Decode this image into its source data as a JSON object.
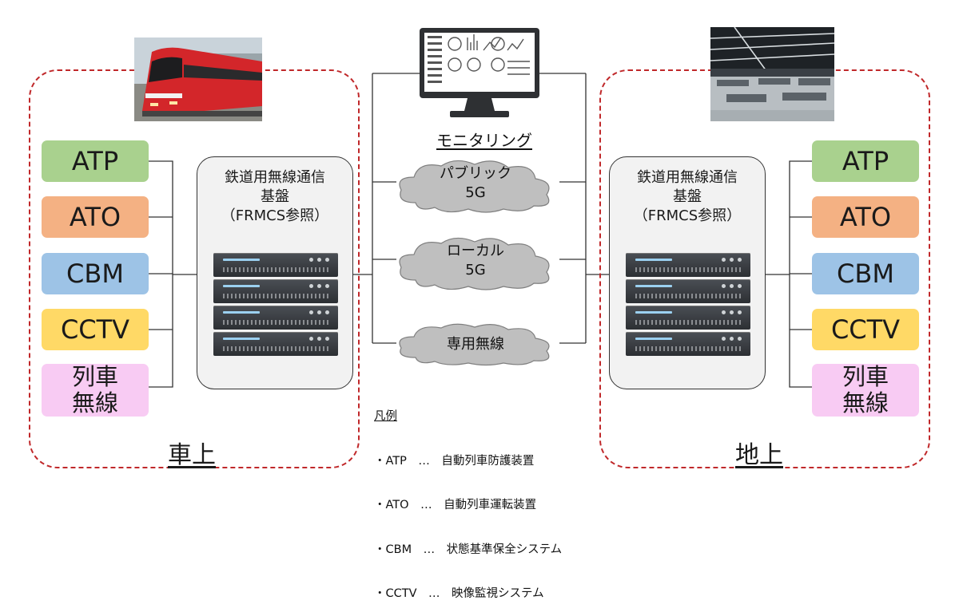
{
  "onboard": {
    "zone_label": "車上",
    "platform": {
      "line1": "鉄道用無線通信",
      "line2": "基盤",
      "line3": "（FRMCS参照）"
    },
    "functions": [
      {
        "line1": "ATP",
        "line2": "",
        "color": "#a9d18e"
      },
      {
        "line1": "ATO",
        "line2": "",
        "color": "#f4b183"
      },
      {
        "line1": "CBM",
        "line2": "",
        "color": "#9dc3e6"
      },
      {
        "line1": "CCTV",
        "line2": "",
        "color": "#ffd966"
      },
      {
        "line1": "列車",
        "line2": "無線",
        "color": "#f8cbf3"
      }
    ]
  },
  "ground": {
    "zone_label": "地上",
    "platform": {
      "line1": "鉄道用無線通信",
      "line2": "基盤",
      "line3": "（FRMCS参照）"
    },
    "functions": [
      {
        "line1": "ATP",
        "line2": "",
        "color": "#a9d18e"
      },
      {
        "line1": "ATO",
        "line2": "",
        "color": "#f4b183"
      },
      {
        "line1": "CBM",
        "line2": "",
        "color": "#9dc3e6"
      },
      {
        "line1": "CCTV",
        "line2": "",
        "color": "#ffd966"
      },
      {
        "line1": "列車",
        "line2": "無線",
        "color": "#f8cbf3"
      }
    ]
  },
  "monitoring": {
    "label": "モニタリング"
  },
  "networks": [
    {
      "line1": "パブリック",
      "line2": "5G"
    },
    {
      "line1": "ローカル",
      "line2": "5G"
    },
    {
      "line1": "専用無線",
      "line2": ""
    }
  ],
  "legend": {
    "title": "凡例",
    "items": [
      "・ATP　…　自動列車防護装置",
      "・ATO　…　自動列車運転装置",
      "・CBM　…　状態基準保全システム",
      "・CCTV　…　映像監視システム"
    ]
  },
  "colors": {
    "zone_border": "#c0282a",
    "train": "#d3262a",
    "cloud": "#bfbfbf"
  },
  "icons": {
    "train_photo": "train-photo",
    "control_room_photo": "control-room-photo",
    "monitor": "monitor-icon",
    "server": "server-rack-icon",
    "cloud": "cloud-icon"
  }
}
